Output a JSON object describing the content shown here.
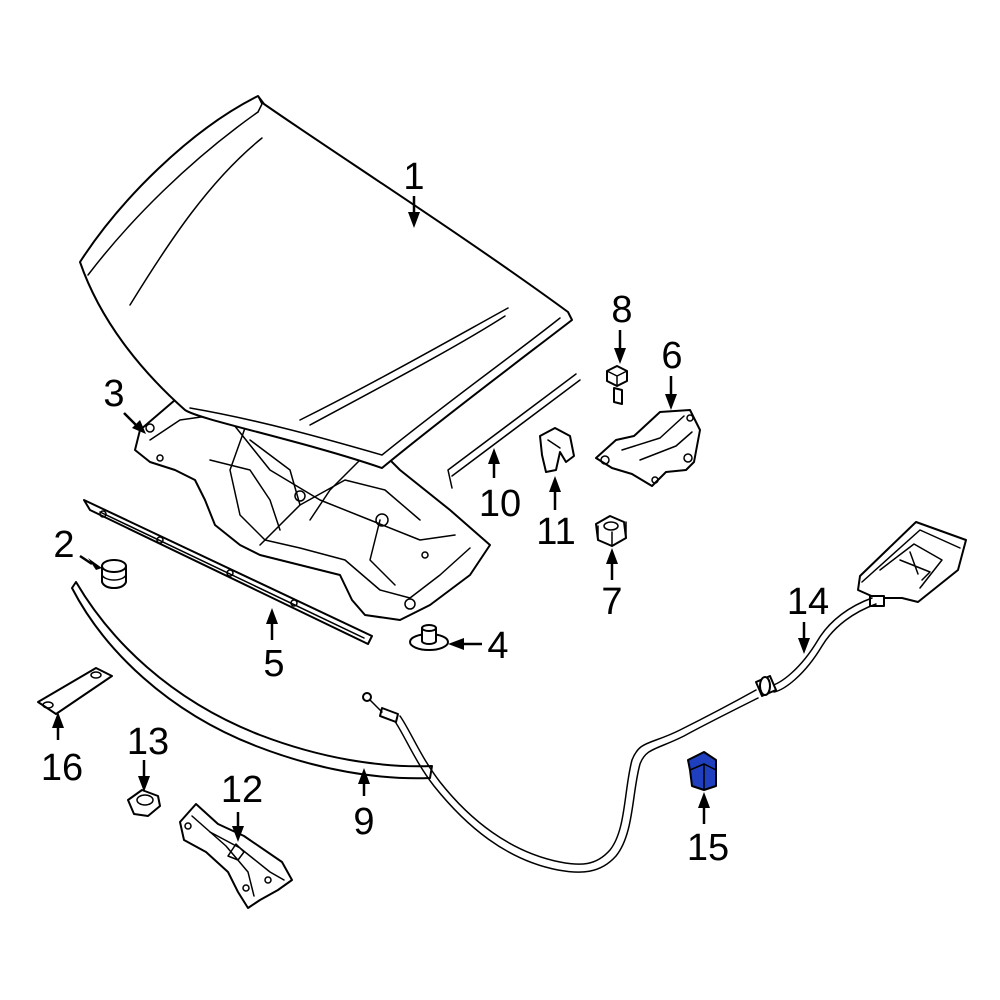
{
  "diagram": {
    "highlight_color": "#1f3fbf",
    "highlighted_part": "15",
    "callouts": {
      "c1": "1",
      "c2": "2",
      "c3": "3",
      "c4": "4",
      "c5": "5",
      "c6": "6",
      "c7": "7",
      "c8": "8",
      "c9": "9",
      "c10": "10",
      "c11": "11",
      "c12": "12",
      "c13": "13",
      "c14": "14",
      "c15": "15",
      "c16": "16"
    }
  }
}
